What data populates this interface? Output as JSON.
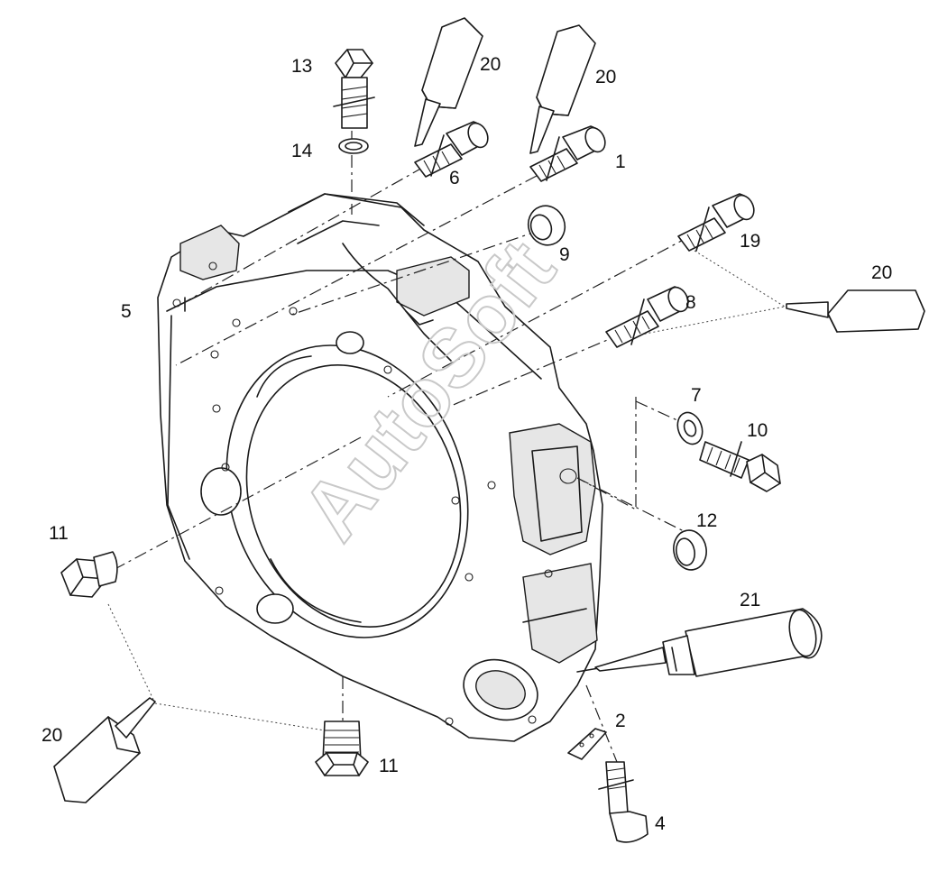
{
  "watermark": "AutoSoft",
  "callouts": {
    "c1": "1",
    "c2": "2",
    "c4": "4",
    "c5": "5",
    "c6": "6",
    "c7": "7",
    "c8": "8",
    "c9": "9",
    "c10": "10",
    "c11a": "11",
    "c11b": "11",
    "c12": "12",
    "c13": "13",
    "c14": "14",
    "c19": "19",
    "c20a": "20",
    "c20b": "20",
    "c20c": "20",
    "c20d": "20",
    "c21": "21"
  }
}
